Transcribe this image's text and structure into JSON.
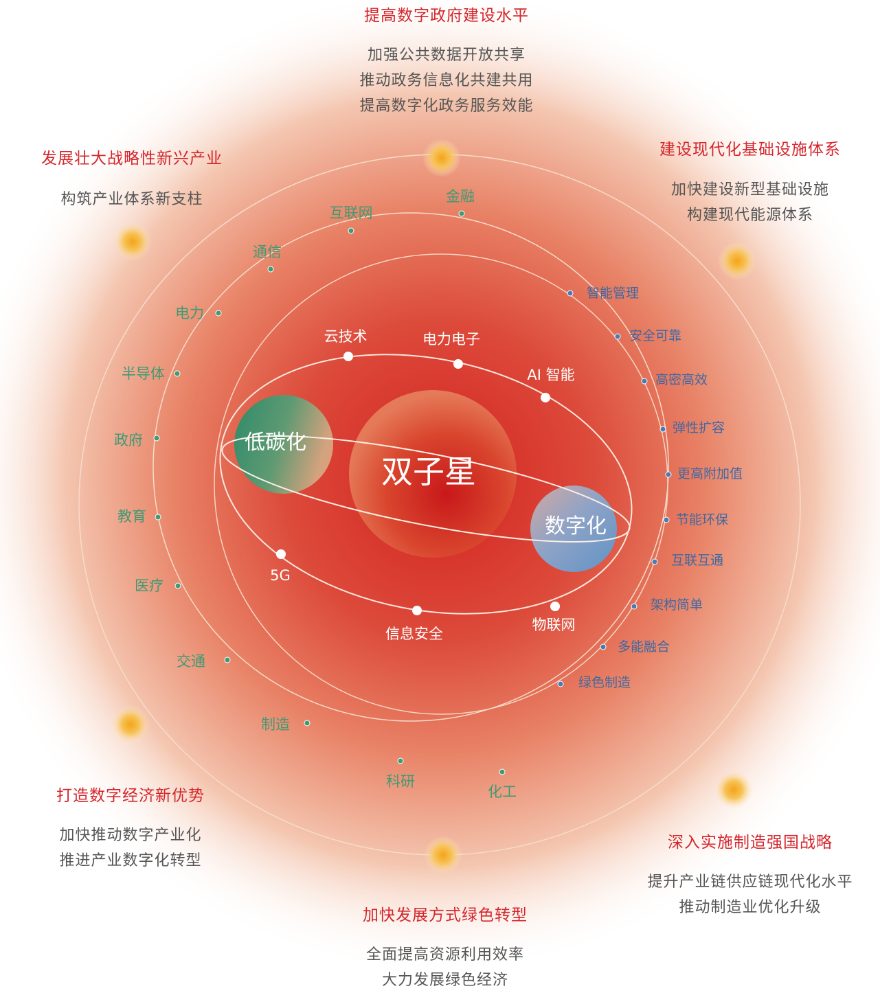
{
  "center": "双子星",
  "planet_green": "低碳化",
  "planet_blue": "数字化",
  "sections": {
    "top": {
      "title": "提高数字政府建设水平",
      "lines": [
        "加强公共数据开放共享",
        "推动政务信息化共建共用",
        "提高数字化政务服务效能"
      ]
    },
    "top_left": {
      "title": "发展壮大战略性新兴产业",
      "lines": [
        "构筑产业体系新支柱"
      ]
    },
    "top_right": {
      "title": "建设现代化基础设施体系",
      "lines": [
        "加快建设新型基础设施",
        "构建现代能源体系"
      ]
    },
    "bottom_left": {
      "title": "打造数字经济新优势",
      "lines": [
        "加快推动数字产业化",
        "推进产业数字化转型"
      ]
    },
    "bottom_right": {
      "title": "深入实施制造强国战略",
      "lines": [
        "提升产业链供应链现代化水平",
        "推动制造业优化升级"
      ]
    },
    "bottom": {
      "title": "加快发展方式绿色转型",
      "lines": [
        "全面提高资源利用效率",
        "大力发展绿色经济"
      ]
    }
  },
  "industries": [
    "金融",
    "互联网",
    "通信",
    "电力",
    "半导体",
    "政府",
    "教育",
    "医疗",
    "交通",
    "制造",
    "科研",
    "化工"
  ],
  "features": [
    "智能管理",
    "安全可靠",
    "高密高效",
    "弹性扩容",
    "更高附加值",
    "节能环保",
    "互联互通",
    "架构简单",
    "多能融合",
    "绿色制造"
  ],
  "technologies": [
    "云技术",
    "电力电子",
    "AI 智能",
    "5G",
    "信息安全",
    "物联网"
  ],
  "colors": {
    "accent_red": "#d4262c",
    "industry_green": "#3f9a74",
    "feature_blue": "#3f68a3",
    "orbit": "#f3d9c8"
  }
}
